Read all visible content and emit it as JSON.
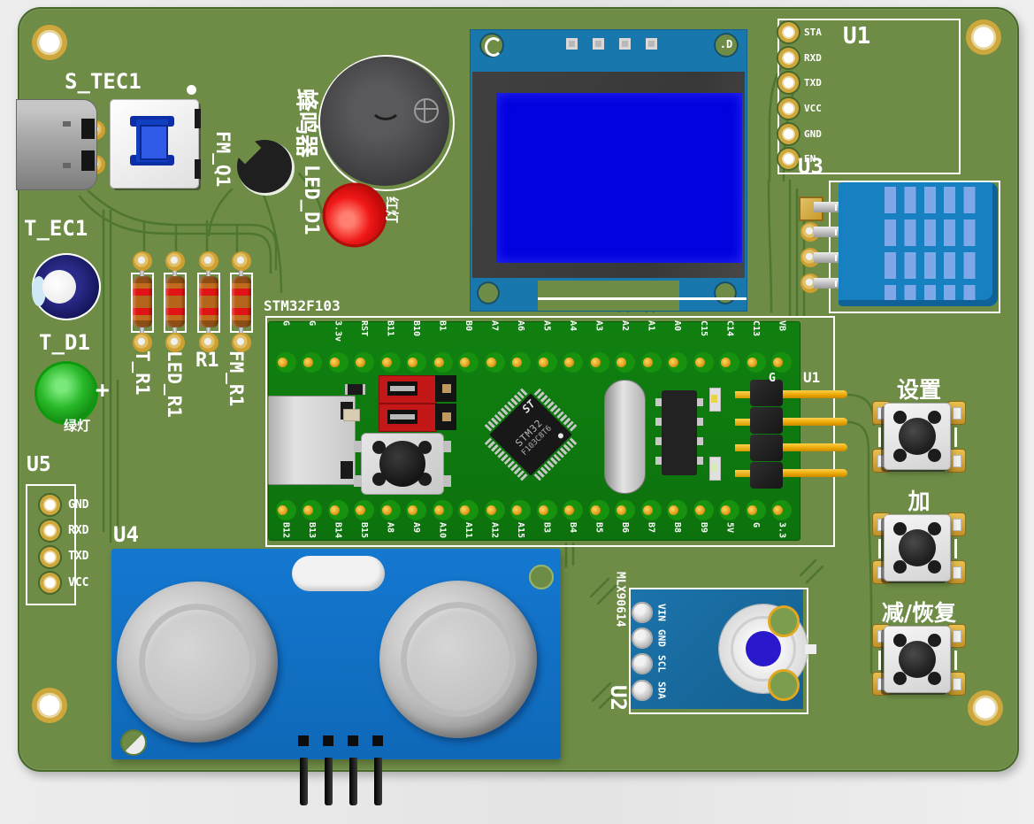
{
  "view": {
    "type": "pcb-3d-preview"
  },
  "colors": {
    "board_green": "#6e8c46",
    "trace_green": "#4e7631",
    "silkscreen": "#ffffff",
    "pill_green": "#108010",
    "module_blue": "#1272c8",
    "oled_screen_blue": "#0202e0",
    "gold_pad": "#cda63c",
    "red_led": "#e01414",
    "green_led": "#28b828",
    "header_pin_yellow": "#e8a400"
  },
  "silkscreen": {
    "s_tec1": "S_TEC1",
    "t_ec1": "T_EC1",
    "t_d1": "T_D1",
    "t_d1_plus": "+",
    "t_d1_cn": "绿灯",
    "fm_q1": "FM_Q1",
    "buzzer_cn": "蜂鸣器",
    "led_d1": "LED_D1",
    "led_d1_cn": "红灯",
    "u3": "U3",
    "u4": "U4",
    "u2": "U2",
    "u2_part": "MLX90614",
    "header_g": "G",
    "header_u1": "U1",
    "oled_hole_mark": ".D"
  },
  "u1_module": {
    "designator": "U1",
    "pins": [
      "STA",
      "RXD",
      "TXD",
      "VCC",
      "GND",
      "EN"
    ]
  },
  "u5_header": {
    "designator": "U5",
    "pins": [
      "GND",
      "RXD",
      "TXD",
      "VCC"
    ]
  },
  "u2_sensor": {
    "pins": [
      "VIN",
      "GND",
      "SCL",
      "SDA"
    ]
  },
  "resistors": [
    {
      "label": "T_R1"
    },
    {
      "label": "LED_R1"
    },
    {
      "label": "R1"
    },
    {
      "label": "FM_R1"
    }
  ],
  "mcu": {
    "title": "STM32F103",
    "logo": "ST",
    "chip_line1": "STM32",
    "chip_line2": "F103C8T6",
    "top_pins": [
      "G",
      "G",
      "3.3v",
      "RST",
      "B11",
      "B10",
      "B1",
      "B0",
      "A7",
      "A6",
      "A5",
      "A4",
      "A3",
      "A2",
      "A1",
      "A0",
      "C15",
      "C14",
      "C13",
      "VB"
    ],
    "bottom_pins": [
      "B12",
      "B13",
      "B14",
      "B15",
      "A8",
      "A9",
      "A10",
      "A11",
      "A12",
      "A15",
      "B3",
      "B4",
      "B5",
      "B6",
      "B7",
      "B8",
      "B9",
      "5V",
      "G",
      "3.3"
    ]
  },
  "buttons": [
    {
      "label": "设置"
    },
    {
      "label": "加"
    },
    {
      "label": "减/恢复"
    }
  ]
}
